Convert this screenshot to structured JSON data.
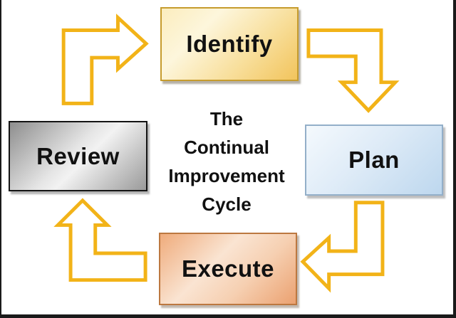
{
  "title": "The Continual Improvement Cycle",
  "center_text": {
    "lines": [
      "The",
      "Continual",
      "Improvement",
      "Cycle"
    ]
  },
  "nodes": [
    {
      "id": "identify",
      "label": "Identify",
      "fill": "#F2C45C",
      "border": "#C69C2E"
    },
    {
      "id": "plan",
      "label": "Plan",
      "fill": "#BDD7EE",
      "border": "#93AFC9"
    },
    {
      "id": "execute",
      "label": "Execute",
      "fill": "#EBA170",
      "border": "#BC7840"
    },
    {
      "id": "review",
      "label": "Review",
      "fill": "#BFBFBF",
      "border": "#141414"
    }
  ],
  "arrows": [
    {
      "name": "arrow-review-to-identify",
      "shape": "bent-up-then-right"
    },
    {
      "name": "arrow-identify-to-plan",
      "shape": "bent-right-then-down"
    },
    {
      "name": "arrow-plan-to-execute",
      "shape": "bent-down-then-left"
    },
    {
      "name": "arrow-execute-to-review",
      "shape": "bent-left-then-up"
    }
  ],
  "colors": {
    "arrow": "#F2B318",
    "frame": "#1A1A1A",
    "text": "#111111",
    "background": "#FFFFFF"
  }
}
